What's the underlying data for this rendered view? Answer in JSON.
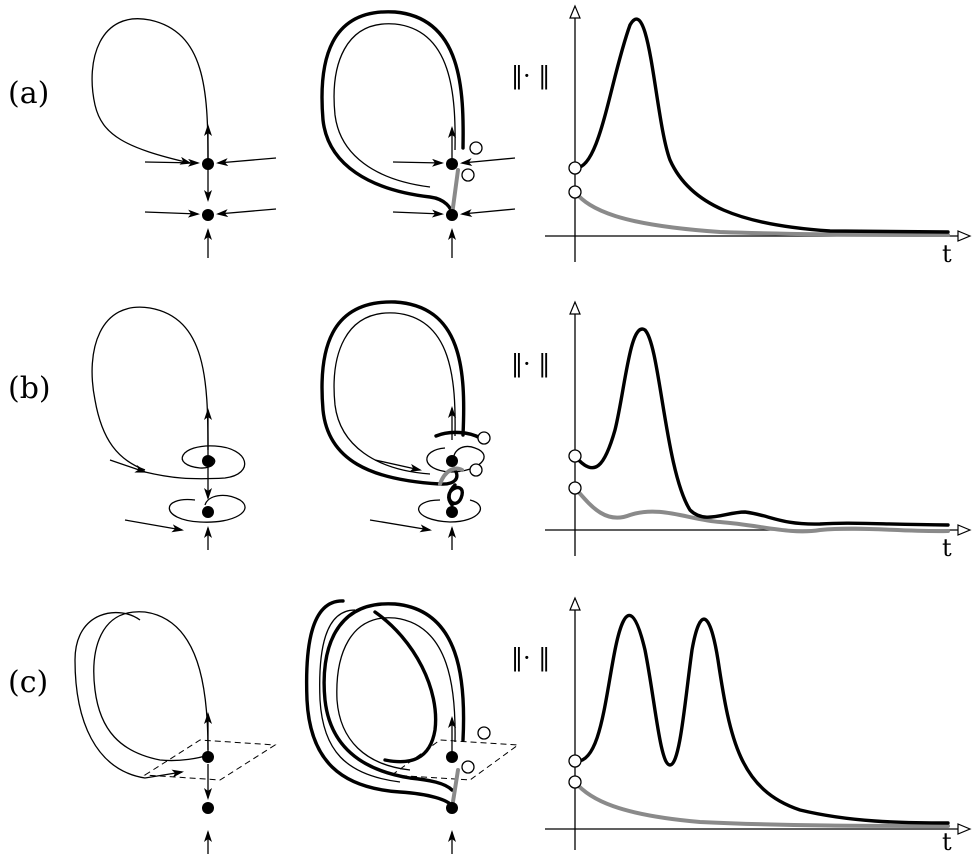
{
  "panels": [
    {
      "label": "(a)",
      "axis_y_label": "‖· ‖",
      "axis_x_label": "t"
    },
    {
      "label": "(b)",
      "axis_y_label": "‖· ‖",
      "axis_x_label": "t"
    },
    {
      "label": "(c)",
      "axis_y_label": "‖· ‖",
      "axis_x_label": "t"
    }
  ]
}
